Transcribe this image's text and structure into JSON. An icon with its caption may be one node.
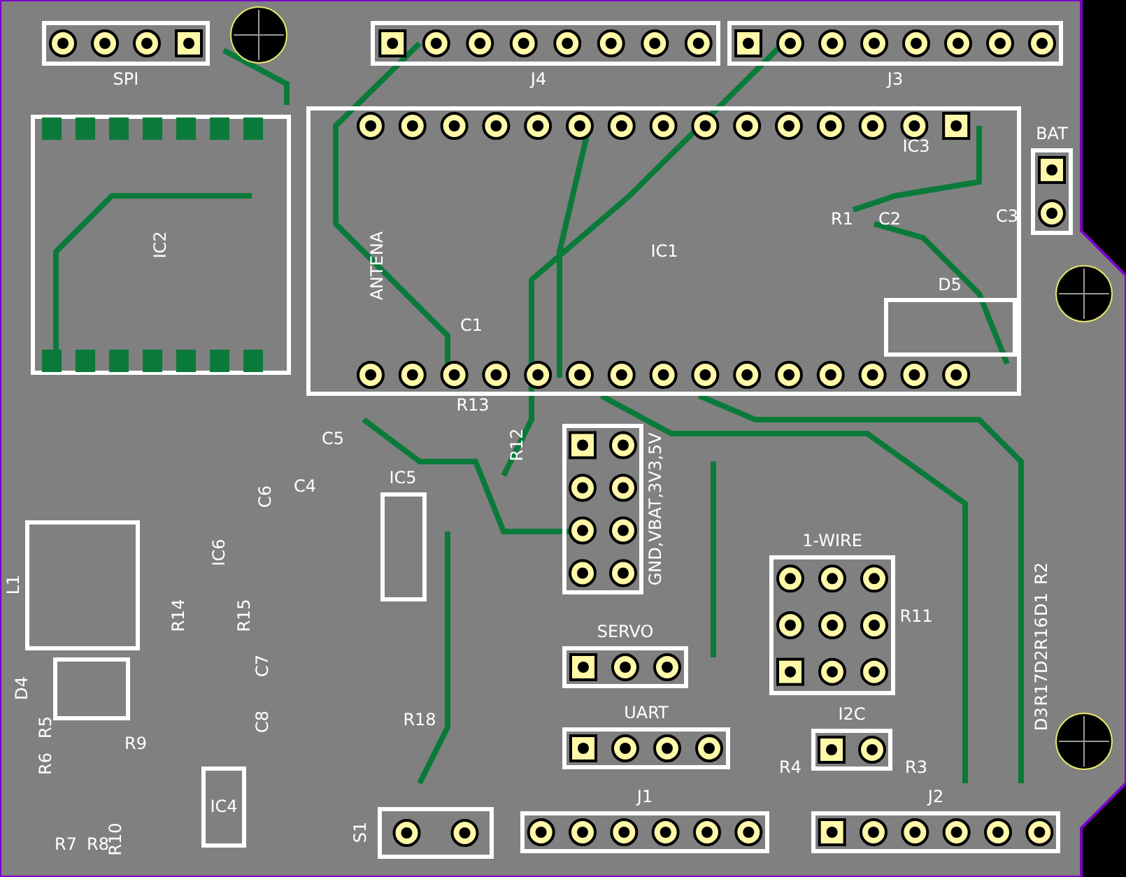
{
  "diagram": {
    "nodes": [
      {
        "text": [
          "SPI"
        ]
      },
      {
        "text": [
          "J4"
        ]
      },
      {
        "text": [
          "J3"
        ]
      },
      {
        "text": [
          "IC2"
        ]
      },
      {
        "text": [
          "IC1"
        ]
      },
      {
        "text": [
          "BAT"
        ]
      },
      {
        "text": [
          "IC5"
        ]
      },
      {
        "text": [
          "GND,VBAT,3V3,5V"
        ]
      },
      {
        "text": [
          "1-WIRE"
        ]
      },
      {
        "text": [
          "SERVO"
        ]
      },
      {
        "text": [
          "UART"
        ]
      },
      {
        "text": [
          "I2C"
        ]
      },
      {
        "text": [
          "J1"
        ]
      },
      {
        "text": [
          "J2"
        ]
      },
      {
        "text": [
          "S1"
        ]
      },
      {
        "text": [
          "IC4"
        ]
      },
      {
        "text": [
          "L1"
        ]
      },
      {
        "text": [
          "D5"
        ],
        "in": 4
      },
      {
        "text": [
          "D4"
        ]
      }
    ],
    "labels": [
      "IC3",
      "R1",
      "C2",
      "C3",
      "ANTENA",
      "C1",
      "R13",
      "C5",
      "R12",
      "C4",
      "C6",
      "IC6",
      "R2",
      "D1",
      "R14",
      "R15",
      "R11",
      "R16",
      "C7",
      "D2",
      "R17",
      "R5",
      "C8",
      "R18",
      "D3",
      "R6",
      "R9",
      "R4",
      "R3",
      "R7",
      "R8",
      "R10"
    ]
  }
}
